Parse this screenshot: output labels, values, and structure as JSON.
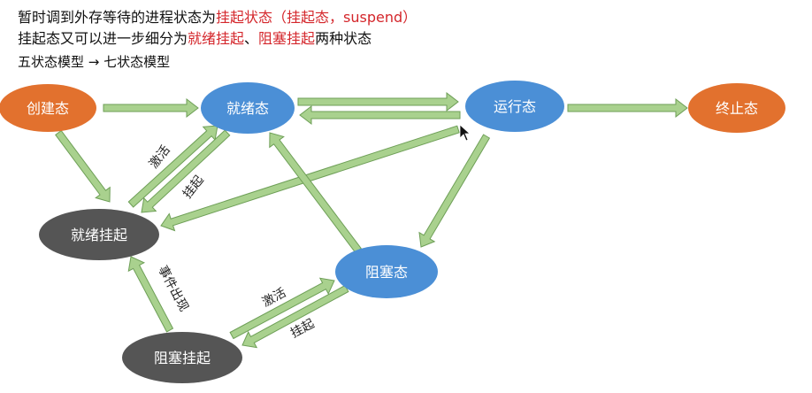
{
  "header": {
    "line1_prefix": "暂时调到外存等待的进程状态为",
    "line1_highlight": "挂起状态（挂起态，suspend）",
    "line2_prefix": "挂起态又可以进一步细分为",
    "line2_highlight1": "就绪挂起",
    "line2_sep": "、",
    "line2_highlight2": "阻塞挂起",
    "line2_suffix": "两种状态",
    "line3": "五状态模型 → 七状态模型"
  },
  "nodes": {
    "create": "创建态",
    "ready": "就绪态",
    "running": "运行态",
    "terminated": "终止态",
    "ready_suspend": "就绪挂起",
    "blocked": "阻塞态",
    "blocked_suspend": "阻塞挂起"
  },
  "edge_labels": {
    "activate_top": "激活",
    "suspend_top": "挂起",
    "event_occurs": "事件出现",
    "activate_bottom": "激活",
    "suspend_bottom": "挂起"
  },
  "colors": {
    "orange": "#E2712E",
    "blue": "#4B8FD6",
    "gray": "#555555",
    "arrow_fill": "#A9D18E",
    "arrow_stroke": "#6E9F57",
    "highlight_red": "#D4262B"
  }
}
